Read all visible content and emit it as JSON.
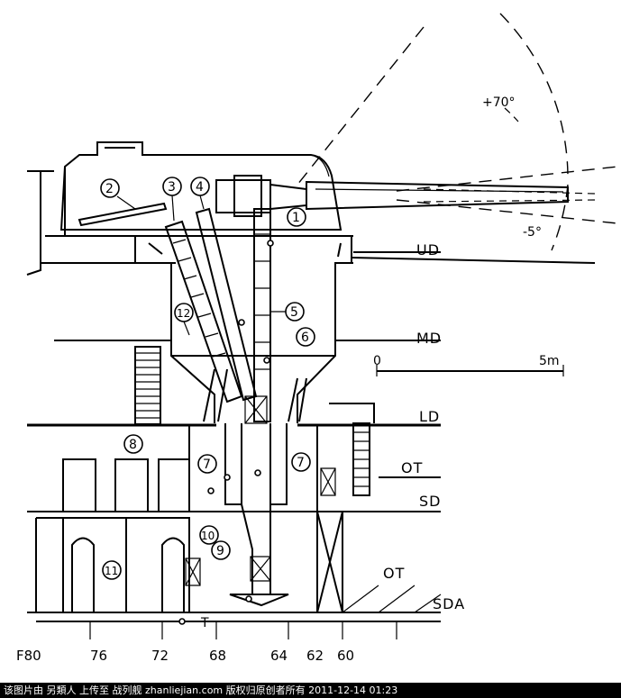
{
  "angles": {
    "elevation": "+70°",
    "depression": "-5°"
  },
  "decks": {
    "ud": "UD",
    "md": "MD",
    "ld": "LD",
    "sd": "SD",
    "sda": "SDA"
  },
  "tanks": {
    "ot_upper": "OT",
    "ot_lower": "OT",
    "t": "T"
  },
  "scale": {
    "start": "0",
    "end": "5m"
  },
  "callouts": [
    "1",
    "2",
    "3",
    "4",
    "5",
    "6",
    "7",
    "7",
    "8",
    "9",
    "10",
    "11",
    "12"
  ],
  "frames": [
    "F80",
    "76",
    "72",
    "68",
    "64",
    "62",
    "60"
  ],
  "footer": "该图片由 另類人 上传至 战列舰 zhanliejian.com 版权归原创者所有 2011-12-14 01:23"
}
